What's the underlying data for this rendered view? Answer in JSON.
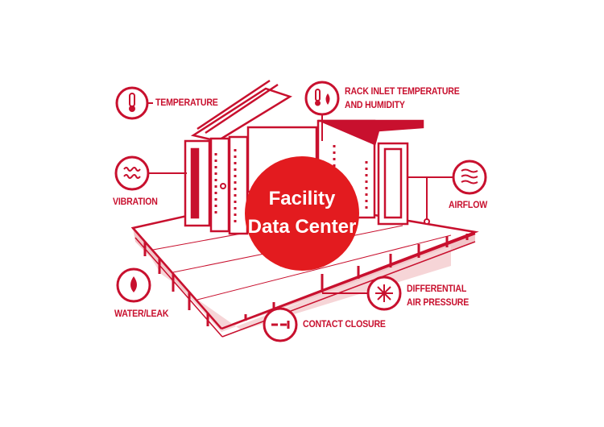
{
  "title_line1": "Facility",
  "title_line2": "Data Center",
  "colors": {
    "accent": "#c8102e",
    "center": "#e31b1f",
    "floor_shade": "#f2c6c9"
  },
  "sensors": [
    {
      "id": "temperature",
      "label": "TEMPERATURE",
      "icon": "thermometer-icon"
    },
    {
      "id": "rack-inlet",
      "label_line1": "RACK INLET TEMPERATURE",
      "label_line2": "AND HUMIDITY",
      "icon": "thermometer-droplet-icon"
    },
    {
      "id": "vibration",
      "label": "VIBRATION",
      "icon": "vibration-waves-icon"
    },
    {
      "id": "airflow",
      "label": "AIRFLOW",
      "icon": "airflow-waves-icon"
    },
    {
      "id": "water-leak",
      "label": "WATER/LEAK",
      "icon": "water-drop-icon"
    },
    {
      "id": "differential",
      "label_line1": "DIFFERENTIAL",
      "label_line2": "AIR PRESSURE",
      "icon": "asterisk-pressure-icon"
    },
    {
      "id": "contact",
      "label": "CONTACT CLOSURE",
      "icon": "contact-switch-icon"
    }
  ]
}
